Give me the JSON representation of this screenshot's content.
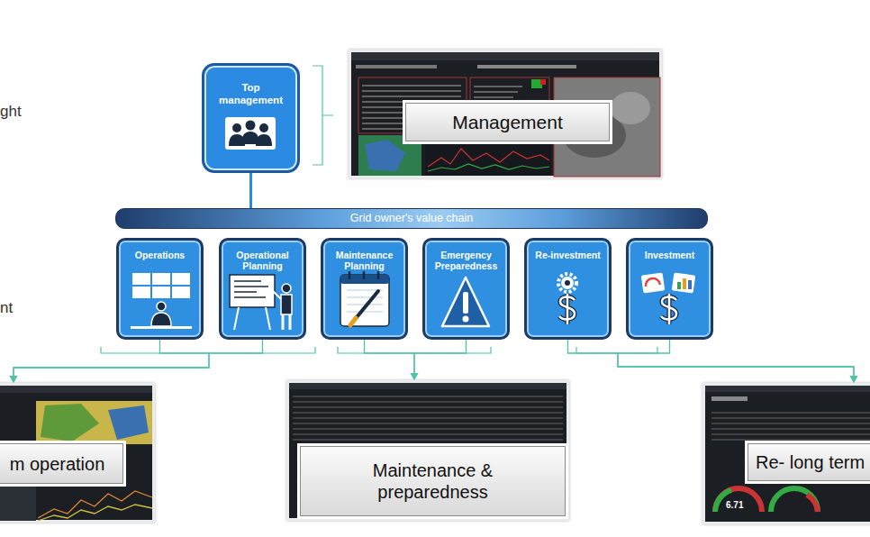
{
  "diagram": {
    "nodes": [
      {
        "text": [
          "Top management"
        ]
      },
      {
        "text": [
          "Management"
        ]
      },
      {
        "text": [
          "Grid owner's value chain"
        ]
      },
      {
        "text": [
          "Operations"
        ]
      },
      {
        "text": [
          "Operational Planning"
        ]
      },
      {
        "text": [
          "Maintenance Planning"
        ]
      },
      {
        "text": [
          "Emergency Preparedness"
        ]
      },
      {
        "text": [
          "Re-investment"
        ]
      },
      {
        "text": [
          "Investment"
        ]
      },
      {
        "text": [
          "m operation"
        ]
      },
      {
        "text": [
          "Maintenance & preparedness"
        ]
      },
      {
        "text": [
          "Re- long term"
        ]
      }
    ],
    "edges": [
      {
        "from": 0,
        "to": 2,
        "arrow": "none"
      },
      {
        "from": 3,
        "to": 9,
        "arrow": "to"
      },
      {
        "from": 4,
        "to": 9,
        "arrow": "to"
      },
      {
        "from": 5,
        "to": 10,
        "arrow": "to"
      },
      {
        "from": 6,
        "to": 10,
        "arrow": "to"
      },
      {
        "from": 7,
        "to": 11,
        "arrow": "to"
      },
      {
        "from": 8,
        "to": 11,
        "arrow": "to"
      }
    ],
    "labels": [
      "ght",
      "nt",
      "6.71"
    ]
  }
}
